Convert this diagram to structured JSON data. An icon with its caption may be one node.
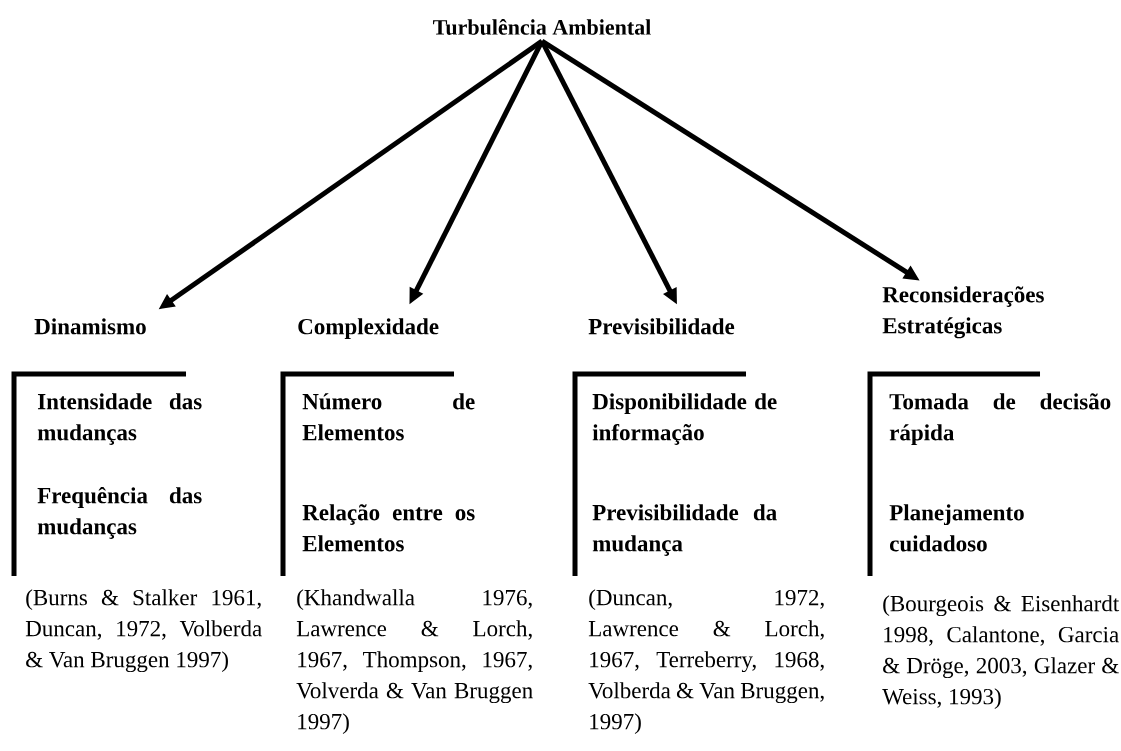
{
  "diagram": {
    "nodes": [
      {
        "text": [
          "Turbulência Ambiental"
        ]
      },
      {
        "text": [
          "Dinamismo"
        ]
      },
      {
        "text": [
          "Intensidade das mudanças",
          "Frequência das mudanças"
        ],
        "beside": [
          "(Burns & Stalker 1961, Duncan, 1972, Volberda & Van Bruggen 1997)"
        ]
      },
      {
        "text": [
          "Complexidade"
        ]
      },
      {
        "text": [
          "Número de Elementos",
          "Relação entre os Elementos"
        ],
        "beside": [
          "(Khandwalla 1976, Lawrence & Lorch, 1967, Thompson, 1967, Volverda & Van Bruggen 1997)"
        ]
      },
      {
        "text": [
          "Previsibilidade"
        ]
      },
      {
        "text": [
          "Disponibilidade de informação",
          "Previsibilidade da mudança"
        ],
        "beside": [
          "(Duncan, 1972, Lawrence & Lorch, 1967, Terreberry, 1968, Volberda & Van Bruggen, 1997)"
        ]
      },
      {
        "text": [
          "Reconsiderações Estratégicas"
        ]
      },
      {
        "text": [
          "Tomada de decisão rápida",
          "Planejamento cuidadoso"
        ],
        "beside": [
          "(Bourgeois & Eisenhardt 1998, Calantone, Garcia & Dröge, 2003, Glazer & Weiss, 1993)"
        ]
      }
    ],
    "edges": [
      {
        "from": 0,
        "to": 1,
        "arrow": "to"
      },
      {
        "from": 0,
        "to": 3,
        "arrow": "to"
      },
      {
        "from": 0,
        "to": 5,
        "arrow": "to"
      },
      {
        "from": 0,
        "to": 7,
        "arrow": "to"
      }
    ]
  }
}
